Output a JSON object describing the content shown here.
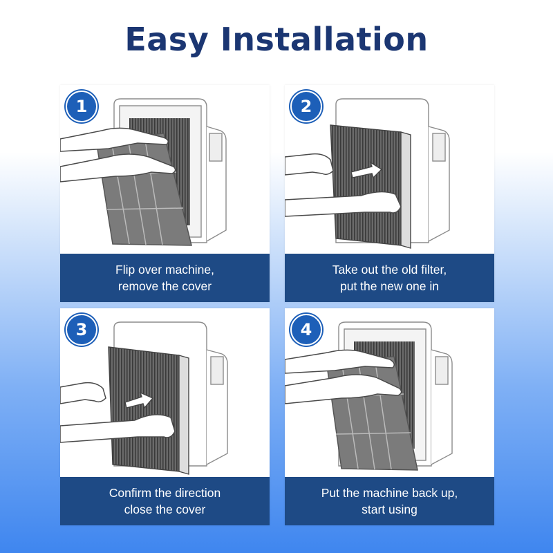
{
  "title": "Easy Installation",
  "steps": [
    {
      "number": "1",
      "line1": "Flip over machine,",
      "line2": "remove the cover"
    },
    {
      "number": "2",
      "line1": "Take out the old filter,",
      "line2": "put the new one in"
    },
    {
      "number": "3",
      "line1": "Confirm the direction",
      "line2": "close the cover"
    },
    {
      "number": "4",
      "line1": "Put the machine back up,",
      "line2": "start using"
    }
  ],
  "colors": {
    "title": "#1b3672",
    "caption_bg": "#1e4a85",
    "badge": "#1d5fb8"
  }
}
